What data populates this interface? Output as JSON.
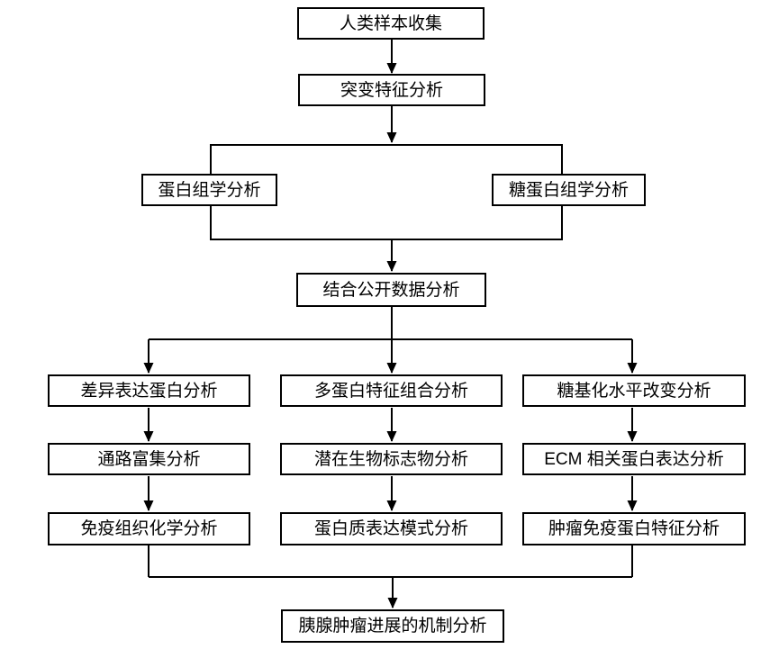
{
  "diagram": {
    "type": "flowchart",
    "background_color": "#ffffff",
    "line_color": "#000000",
    "nodes": {
      "human_sample": {
        "label": "人类样本收集"
      },
      "mutation_signature": {
        "label": "突变特征分析"
      },
      "proteomics": {
        "label": "蛋白组学分析"
      },
      "glycoproteomics": {
        "label": "糖蛋白组学分析"
      },
      "public_data": {
        "label": "结合公开数据分析"
      },
      "diff_expr": {
        "label": "差异表达蛋白分析"
      },
      "multi_protein": {
        "label": "多蛋白特征组合分析"
      },
      "glyco_level": {
        "label": "糖基化水平改变分析"
      },
      "pathway": {
        "label": "通路富集分析"
      },
      "biomarker": {
        "label": "潜在生物标志物分析"
      },
      "ecm": {
        "label": "ECM 相关蛋白表达分析"
      },
      "ihc": {
        "label": "免疫组织化学分析"
      },
      "expr_pattern": {
        "label": "蛋白质表达模式分析"
      },
      "tumor_immune": {
        "label": "肿瘤免疫蛋白特征分析"
      },
      "mechanism": {
        "label": "胰腺肿瘤进展的机制分析"
      }
    },
    "groups": [
      {
        "name": "omics-group-frame",
        "contains": [
          "proteomics",
          "glycoproteomics"
        ]
      }
    ],
    "edges": [
      {
        "from": "human_sample",
        "to": "mutation_signature"
      },
      {
        "from": "mutation_signature",
        "to": "omics-group-frame"
      },
      {
        "from": "omics-group-frame",
        "to": "public_data"
      },
      {
        "from": "public_data",
        "to": "diff_expr"
      },
      {
        "from": "public_data",
        "to": "multi_protein"
      },
      {
        "from": "public_data",
        "to": "glyco_level"
      },
      {
        "from": "diff_expr",
        "to": "pathway"
      },
      {
        "from": "pathway",
        "to": "ihc"
      },
      {
        "from": "multi_protein",
        "to": "biomarker"
      },
      {
        "from": "biomarker",
        "to": "expr_pattern"
      },
      {
        "from": "glyco_level",
        "to": "ecm"
      },
      {
        "from": "ecm",
        "to": "tumor_immune"
      },
      {
        "from": "ihc",
        "to": "mechanism"
      },
      {
        "from": "tumor_immune",
        "to": "mechanism"
      }
    ]
  }
}
